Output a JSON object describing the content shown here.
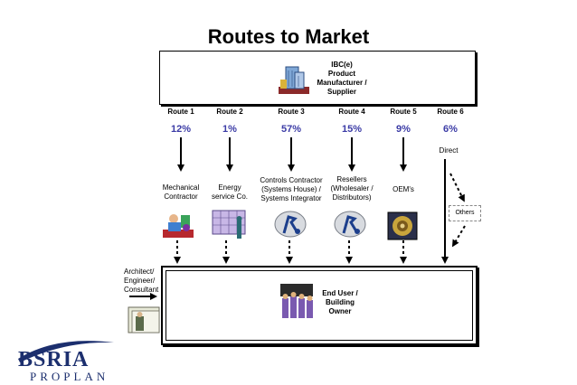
{
  "title": "Routes to Market",
  "supplier": {
    "label": "IBC(e)\nProduct\nManufacturer /\nSupplier"
  },
  "routes": [
    {
      "name": "Route 1",
      "share": "12%",
      "channel": "Mechanical\nContractor"
    },
    {
      "name": "Route 2",
      "share": "1%",
      "channel": "Energy\nservice Co."
    },
    {
      "name": "Route 3",
      "share": "57%",
      "channel": "Controls Contractor\n(Systems House) /\nSystems Integrator"
    },
    {
      "name": "Route 4",
      "share": "15%",
      "channel": "Resellers\n(Wholesaler /\nDistributors)"
    },
    {
      "name": "Route 5",
      "share": "9%",
      "channel": "OEM's"
    },
    {
      "name": "Route 6",
      "share": "6%",
      "channel": "Direct"
    }
  ],
  "others_label": "Others",
  "end_user": {
    "label": "End User /\nBuilding\nOwner"
  },
  "influencer": {
    "label": "Architect/\nEngineer/\nConsultant"
  },
  "logo": {
    "name": "BSRIA",
    "sub": "PROPLAN"
  },
  "colors": {
    "share_text": "#3c3ca6",
    "logo_blue": "#1c2f6e"
  },
  "icons": [
    "building-icon",
    "mechanic-icon",
    "calendar-people-icon",
    "systems-icon",
    "reseller-icon",
    "gear-icon",
    "people-group-icon",
    "documents-icon",
    "logo-swoosh-icon"
  ]
}
